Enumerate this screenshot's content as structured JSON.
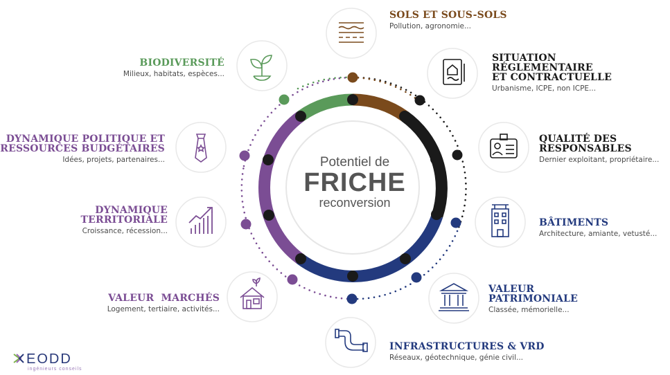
{
  "center": {
    "line1": "Potentiel de",
    "line2": "FRICHE",
    "line3": "reconversion"
  },
  "colors": {
    "brown": "#7a4a1c",
    "black": "#1a1a1a",
    "navy": "#233a7e",
    "purple": "#7b4d94",
    "green": "#5a9a5a"
  },
  "items": {
    "sols": {
      "title": "SOLS ET SOUS-SOLS",
      "subtitle": "Pollution, agronomie...",
      "icon": "soil-layers-icon"
    },
    "situation": {
      "title1": "SITUATION",
      "title2": "RÉGLEMENTAIRE",
      "title3": "ET CONTRACTUELLE",
      "subtitle": "Urbanisme, ICPE, non ICPE...",
      "icon": "document-contract-icon"
    },
    "qualite": {
      "title1": "QUALITÉ DES",
      "title2": "RESPONSABLES",
      "subtitle": "Dernier exploitant, propriétaire...",
      "icon": "id-badge-icon"
    },
    "batiments": {
      "title": "BÂTIMENTS",
      "subtitle": "Architecture, amiante, vetusté...",
      "icon": "building-icon"
    },
    "patrimoniale": {
      "title1": "VALEUR",
      "title2": "PATRIMONIALE",
      "subtitle": "Classée, mémorielle...",
      "icon": "monument-icon"
    },
    "infrastructures": {
      "title": "INFRASTRUCTURES & VRD",
      "subtitle": "Réseaux, géotechnique, génie civil...",
      "icon": "pipe-icon"
    },
    "marches": {
      "title": "VALEUR  MARCHÉS",
      "subtitle": "Logement, tertiaire, activités...",
      "icon": "house-icon"
    },
    "territoriale": {
      "title1": "DYNAMIQUE",
      "title2": "TERRITORIALE",
      "subtitle": "Croissance, récession...",
      "icon": "growth-chart-icon"
    },
    "politique": {
      "title1": "DYNAMIQUE POLITIQUE ET",
      "title2": "RESSOURCES BUDGÉTAIRES",
      "subtitle": "Idées, projets, partenaires...",
      "icon": "tie-icon"
    },
    "biodiversite": {
      "title": "BIODIVERSITÉ",
      "subtitle": "Milieux, habitats, espèces...",
      "icon": "sprout-icon"
    }
  },
  "logo": {
    "brand": "EODD",
    "tagline": "ingénieurs conseils"
  }
}
